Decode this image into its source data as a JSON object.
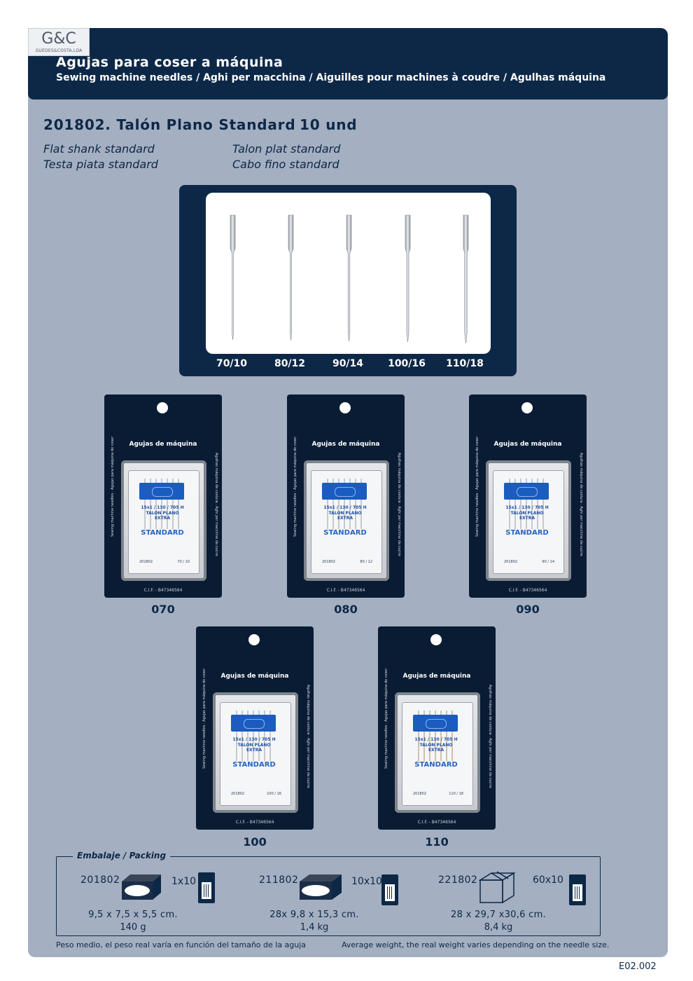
{
  "header": {
    "logo_mark": "G&C",
    "logo_sub": "GUEDES&COSTA,LDA",
    "title": "Agujas para coser a máquina",
    "subtitle": "Sewing machine needles / Aghi per macchina / Aiguilles pour machines à coudre / Agulhas máquina"
  },
  "product": {
    "title": "201802. Talón Plano Standard",
    "qty": "10 und",
    "translations": [
      "Flat shank standard",
      "Talon plat standard",
      "Testa piata standard",
      "Cabo fino standard"
    ]
  },
  "needle_sizes": [
    "70/10",
    "80/12",
    "90/14",
    "100/16",
    "110/18"
  ],
  "cards": [
    {
      "label": "070",
      "title": "Agujas de máquina",
      "spec": "15x1 / 130 / 705 H",
      "spec2": "TALON PLANO EXTRA",
      "std": "STANDARD",
      "code": "201802",
      "size": "70 / 10",
      "cif": "C.I.F. - B47346564",
      "side_left": "Sewing machine needles · Agujas para máquina de coser",
      "side_right": "Agulhas máquina de costura · Aghi per macchine da cucire"
    },
    {
      "label": "080",
      "title": "Agujas de máquina",
      "spec": "15x1 / 130 / 705 H",
      "spec2": "TALON PLANO EXTRA",
      "std": "STANDARD",
      "code": "201802",
      "size": "80 / 12",
      "cif": "C.I.F. - B47346564",
      "side_left": "Sewing machine needles · Agujas para máquina de coser",
      "side_right": "Agulhas máquina de costura · Aghi per macchine da cucire"
    },
    {
      "label": "090",
      "title": "Agujas de máquina",
      "spec": "15x1 / 130 / 705 H",
      "spec2": "TALON PLANO EXTRA",
      "std": "STANDARD",
      "code": "201802",
      "size": "90 / 14",
      "cif": "C.I.F. - B47346564",
      "side_left": "Sewing machine needles · Agujas para máquina de coser",
      "side_right": "Agulhas máquina de costura · Aghi per macchine da cucire"
    },
    {
      "label": "100",
      "title": "Agujas de máquina",
      "spec": "15x1 / 130 / 705 H",
      "spec2": "TALON PLANO EXTRA",
      "std": "STANDARD",
      "code": "201802",
      "size": "100 / 16",
      "cif": "C.I.F. - B47346564",
      "side_left": "Sewing machine needles · Agujas para máquina de coser",
      "side_right": "Agulhas máquina de costura · Aghi per macchine da cucire"
    },
    {
      "label": "110",
      "title": "Agujas de máquina",
      "spec": "15x1 / 130 / 705 H",
      "spec2": "TALON PLANO EXTRA",
      "std": "STANDARD",
      "code": "201802",
      "size": "110 / 18",
      "cif": "C.I.F. - B47346564",
      "side_left": "Sewing machine needles · Agujas para máquina de coser",
      "side_right": "Agulhas máquina de costura · Aghi per macchine da cucire"
    }
  ],
  "packing": {
    "title": "Embalaje / Packing",
    "items": [
      {
        "code": "201802",
        "qty": "1x10",
        "dims": "9,5 x 7,5 x 5,5 cm.",
        "weight": "140 g",
        "icon": "small-box-icon"
      },
      {
        "code": "211802",
        "qty": "10x10",
        "dims": "28x 9,8 x 15,3 cm.",
        "weight": "1,4 kg",
        "icon": "long-box-icon"
      },
      {
        "code": "221802",
        "qty": "60x10",
        "dims": "28 x 29,7 x30,6 cm.",
        "weight": "8,4 kg",
        "icon": "carton-box-icon"
      }
    ]
  },
  "notes": {
    "left": "Peso medio, el peso real varía en función del tamaño de la aguja",
    "right": "Average weight, the real weight varies depending on the needle size."
  },
  "page_ref": "E02.002",
  "colors": {
    "navy": "#0d2847",
    "panel": "#a4afc1",
    "blue_label": "#1a5cc0"
  }
}
